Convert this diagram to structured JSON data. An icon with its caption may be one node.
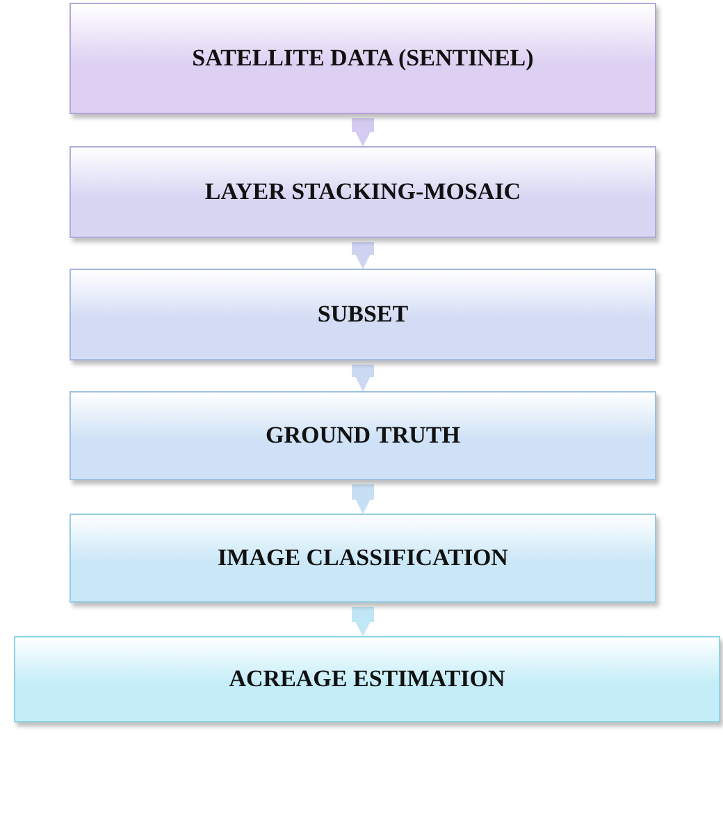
{
  "diagram": {
    "nodes": [
      {
        "text": [
          "SATELLITE DATA (SENTINEL)"
        ]
      },
      {
        "text": [
          "LAYER STACKING-MOSAIC"
        ]
      },
      {
        "text": [
          "SUBSET"
        ]
      },
      {
        "text": [
          "GROUND TRUTH"
        ]
      },
      {
        "text": [
          "IMAGE CLASSIFICATION"
        ]
      },
      {
        "text": [
          "ACREAGE ESTIMATION"
        ]
      }
    ],
    "edges": [
      {
        "from": 0,
        "to": 1,
        "arrow": "to"
      },
      {
        "from": 1,
        "to": 2,
        "arrow": "to"
      },
      {
        "from": 2,
        "to": 3,
        "arrow": "to"
      },
      {
        "from": 3,
        "to": 4,
        "arrow": "to"
      },
      {
        "from": 4,
        "to": 5,
        "arrow": "to"
      }
    ]
  }
}
